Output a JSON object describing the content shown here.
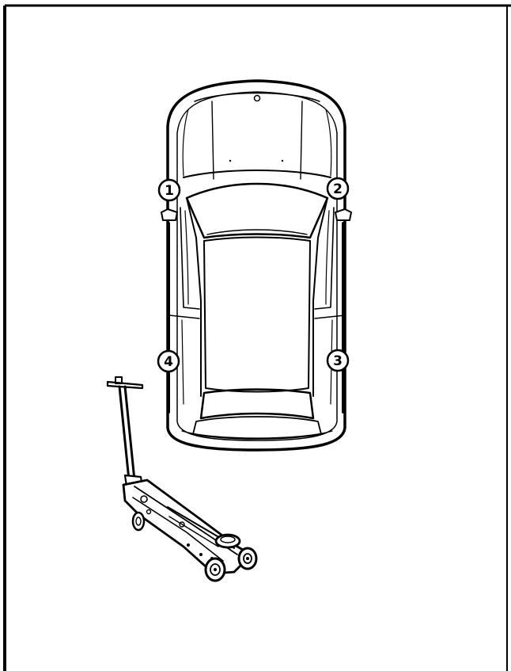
{
  "figure": {
    "subject": "vehicle-top-view-with-floor-jack",
    "callouts": [
      {
        "id": "1",
        "label": "1"
      },
      {
        "id": "2",
        "label": "2"
      },
      {
        "id": "3",
        "label": "3"
      },
      {
        "id": "4",
        "label": "4"
      }
    ]
  },
  "colors": {
    "ink": "#000000",
    "paper": "#ffffff"
  }
}
